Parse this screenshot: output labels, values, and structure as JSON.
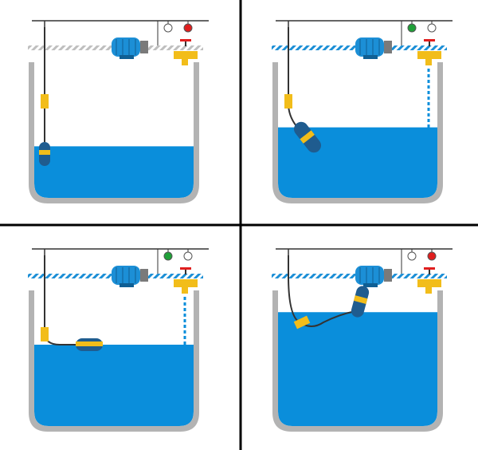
{
  "colors": {
    "water": "#0a8edb",
    "tank_wall": "#b3b3b3",
    "wire": "#333333",
    "float_body": "#1f5c8f",
    "float_band": "#f2bd1a",
    "counterweight": "#f2bd1a",
    "motor": "#1c8fd6",
    "faucet": "#f2bd1a",
    "faucet_handle": "#e01e1e",
    "lamp_green": "#1fa038",
    "lamp_red": "#e01e1e",
    "lamp_off": "#ffffff",
    "divider": "#000000",
    "pipe_hatch_gray": "#bfbfbf",
    "pipe_hatch_blue": "#1c8fd6"
  },
  "panels": [
    {
      "id": "panel-1",
      "stage": "low-level-pump-off",
      "water_fraction": 0.38,
      "left_lamp": "off",
      "right_lamp": "red",
      "pipe_active": false,
      "faucet_flowing": false,
      "float_icon": "float-hanging-icon"
    },
    {
      "id": "panel-2",
      "stage": "filling-pump-on",
      "water_fraction": 0.52,
      "left_lamp": "green",
      "right_lamp": "off",
      "pipe_active": true,
      "faucet_flowing": true,
      "float_icon": "float-tilted-icon"
    },
    {
      "id": "panel-3",
      "stage": "float-horizontal-pump-on",
      "water_fraction": 0.6,
      "left_lamp": "green",
      "right_lamp": "off",
      "pipe_active": true,
      "faucet_flowing": true,
      "float_icon": "float-horizontal-icon"
    },
    {
      "id": "panel-4",
      "stage": "full-level-pump-off",
      "water_fraction": 0.84,
      "left_lamp": "off",
      "right_lamp": "red",
      "pipe_active": true,
      "faucet_flowing": false,
      "float_icon": "float-upright-icon"
    }
  ]
}
